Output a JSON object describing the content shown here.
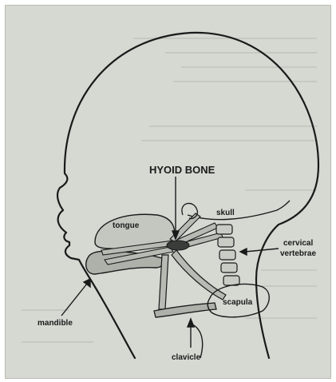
{
  "diagram": {
    "title": "HYOID BONE",
    "labels": {
      "tongue": "tongue",
      "skull": "skull",
      "cervical_line1": "cervical",
      "cervical_line2": "vertebrae",
      "mandible": "mandible",
      "scapula": "scapula",
      "clavicle": "clavicle"
    }
  },
  "colors": {
    "paper": "#d6d8d2",
    "ink": "#1a1a1a",
    "bone_fill": "#aeb0aa",
    "hyoid_fill": "#3a3c3a"
  }
}
